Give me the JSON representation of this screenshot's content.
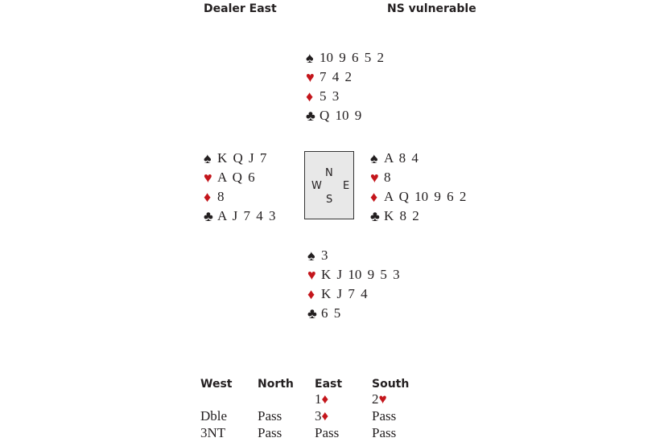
{
  "header": {
    "dealer": "Dealer East",
    "vulnerability": "NS vulnerable"
  },
  "colors": {
    "red_suit": "#c4161c",
    "black_suit": "#231f20",
    "compass_bg": "#e8e8e8"
  },
  "hands": {
    "north": [
      {
        "suit": "♠",
        "cards": "10 9  6  5  2"
      },
      {
        "suit": "♥",
        "cards": "7  4  2"
      },
      {
        "suit": "♦",
        "cards": "5  3"
      },
      {
        "suit": "♣",
        "cards": "Q 10 9"
      }
    ],
    "west": [
      {
        "suit": "♠",
        "cards": "K Q  J  7"
      },
      {
        "suit": "♥",
        "cards": "A Q  6"
      },
      {
        "suit": "♦",
        "cards": "8"
      },
      {
        "suit": "♣",
        "cards": "A  J  7  4  3"
      }
    ],
    "east": [
      {
        "suit": "♠",
        "cards": "A 8  4"
      },
      {
        "suit": "♥",
        "cards": "8"
      },
      {
        "suit": "♦",
        "cards": "A Q 10 9  6 2"
      },
      {
        "suit": "♣",
        "cards": "K 8  2"
      }
    ],
    "south": [
      {
        "suit": "♠",
        "cards": "3"
      },
      {
        "suit": "♥",
        "cards": "K  J 10 9  5 3"
      },
      {
        "suit": "♦",
        "cards": "K  J  7  4"
      },
      {
        "suit": "♣",
        "cards": "6  5"
      }
    ]
  },
  "compass": {
    "n": "N",
    "w": "W",
    "e": "E",
    "s": "S"
  },
  "auction": {
    "headers": [
      "West",
      "North",
      "East",
      "South"
    ],
    "rows": [
      [
        {
          "text": ""
        },
        {
          "text": ""
        },
        {
          "text": "1",
          "suit": "♦"
        },
        {
          "text": "2",
          "suit": "♥"
        }
      ],
      [
        {
          "text": "Dble"
        },
        {
          "text": "Pass"
        },
        {
          "text": "3",
          "suit": "♦"
        },
        {
          "text": "Pass"
        }
      ],
      [
        {
          "text": "3NT"
        },
        {
          "text": "Pass"
        },
        {
          "text": "Pass"
        },
        {
          "text": "Pass"
        }
      ]
    ]
  }
}
